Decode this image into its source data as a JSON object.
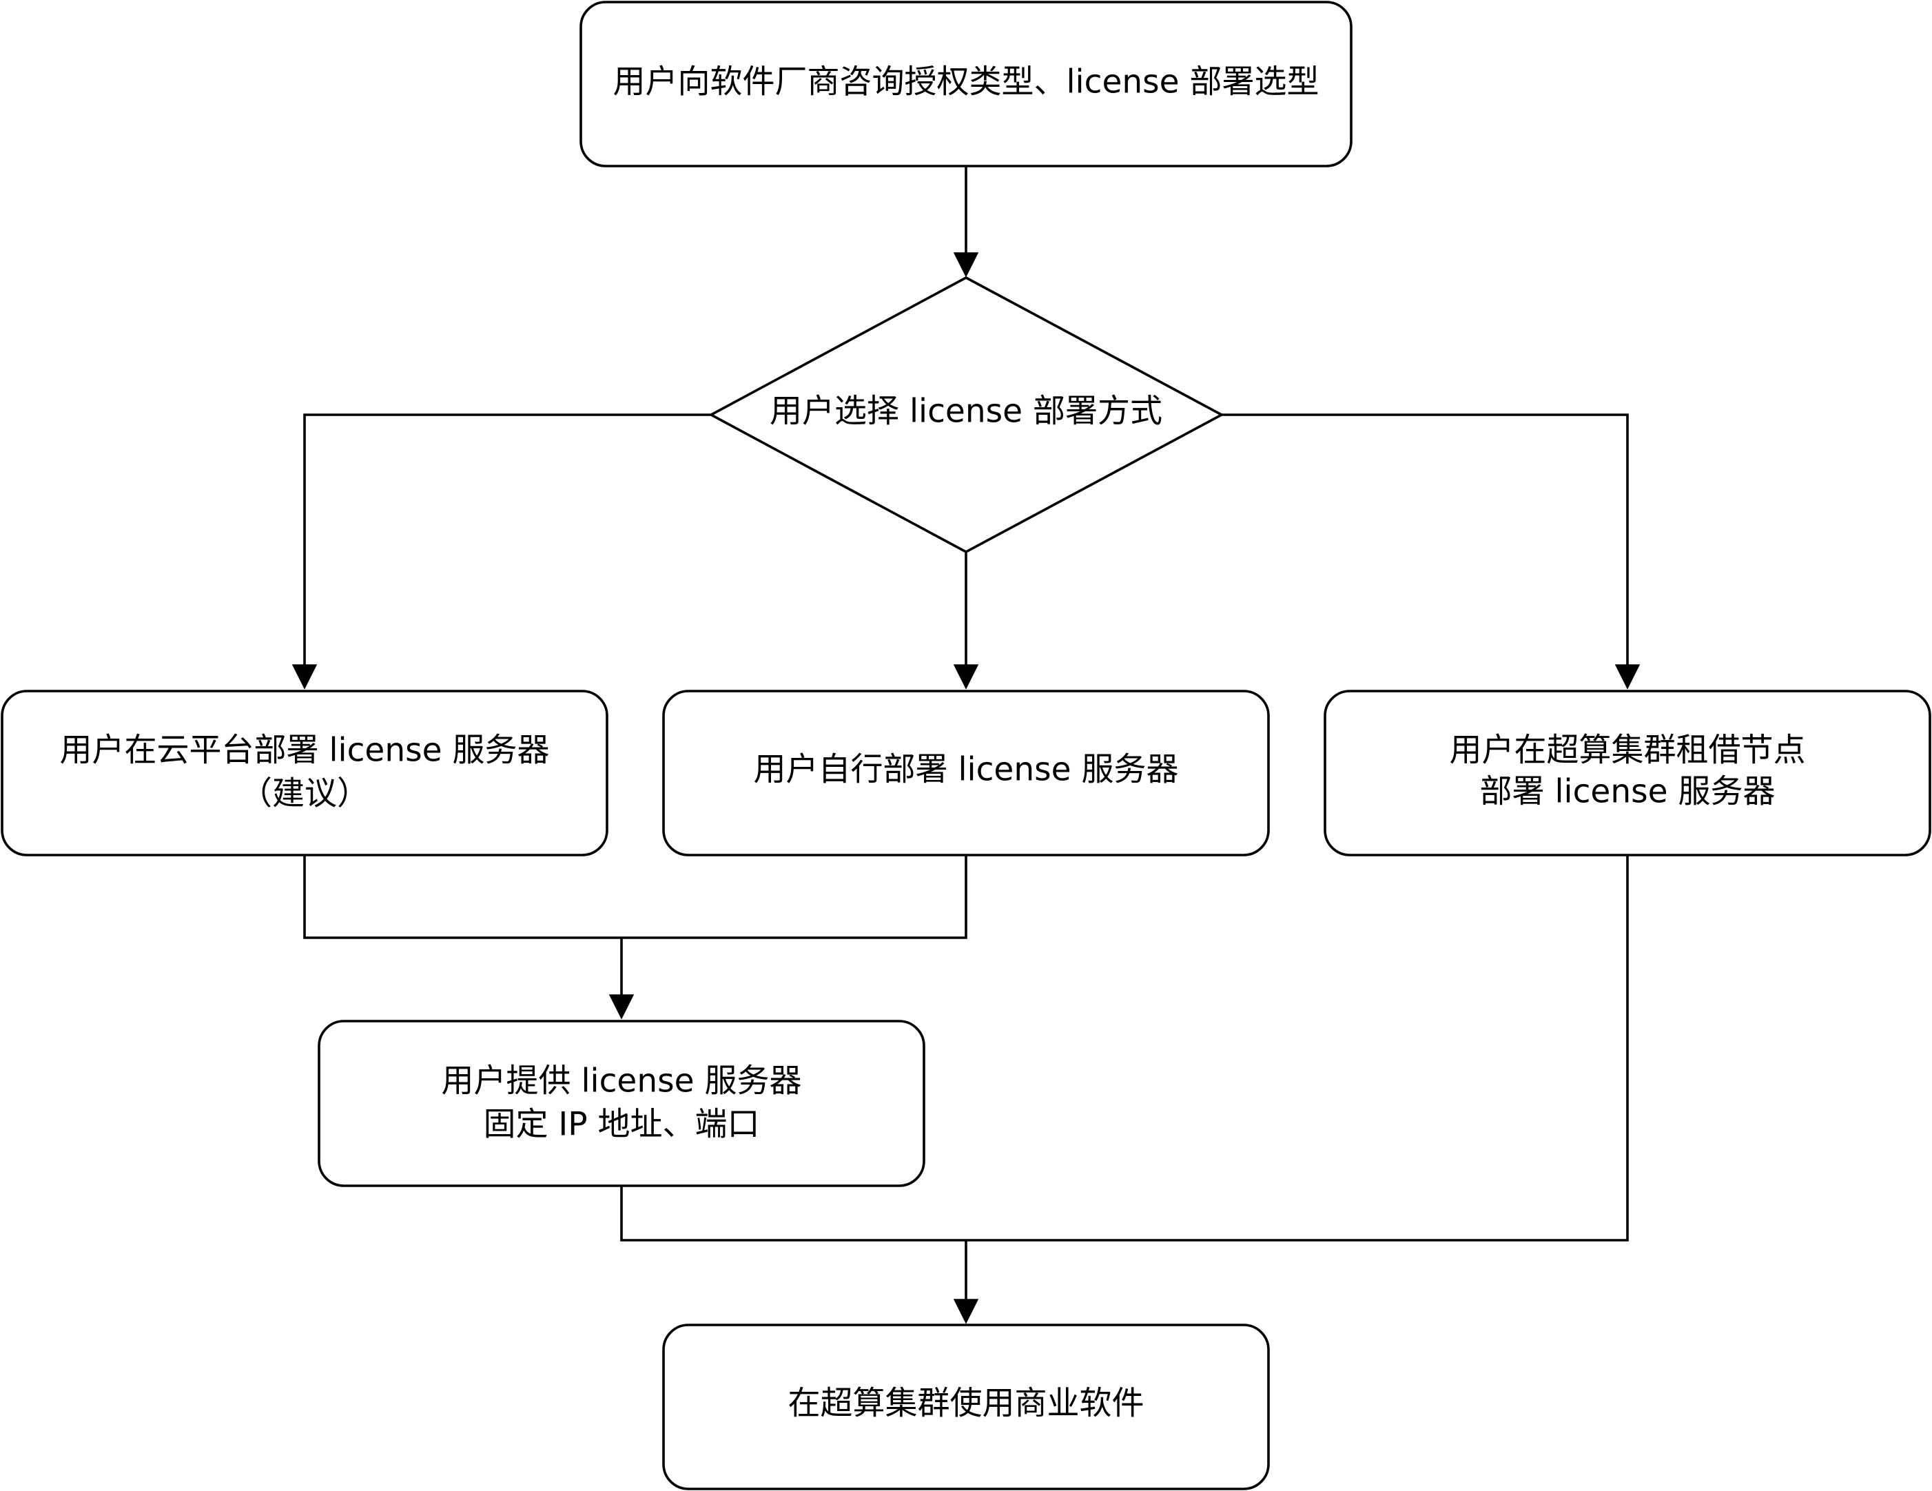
{
  "diagram": {
    "nodes": {
      "consult": {
        "lines": [
          "用户向软件厂商咨询授权类型、license 部署选型"
        ]
      },
      "choose": {
        "lines": [
          "用户选择 license 部署方式"
        ]
      },
      "cloud": {
        "lines": [
          "用户在云平台部署 license 服务器",
          "（建议）"
        ]
      },
      "self": {
        "lines": [
          "用户自行部署 license 服务器"
        ]
      },
      "rent": {
        "lines": [
          "用户在超算集群租借节点",
          "部署 license 服务器"
        ]
      },
      "provide": {
        "lines": [
          "用户提供 license 服务器",
          "固定 IP 地址、端口"
        ]
      },
      "use": {
        "lines": [
          "在超算集群使用商业软件"
        ]
      }
    }
  }
}
